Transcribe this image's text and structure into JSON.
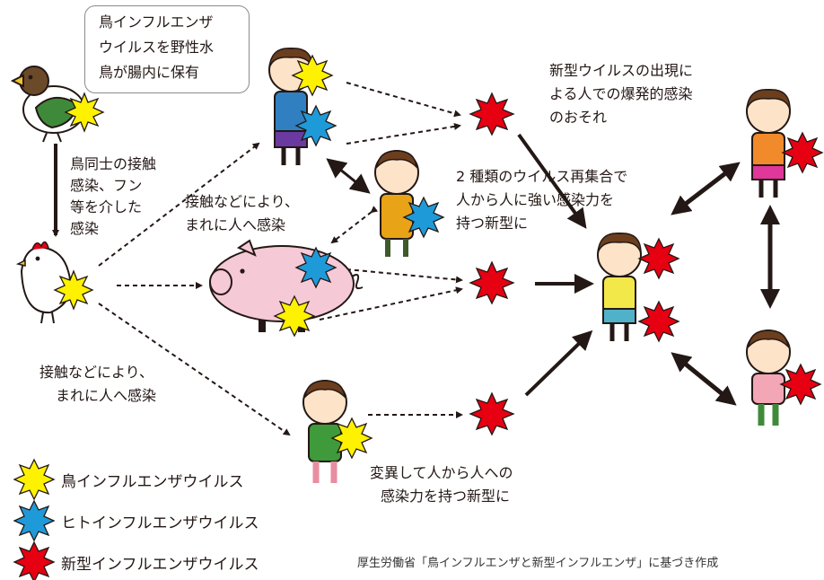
{
  "labels": {
    "reservoir": [
      "鳥インフルエンザ",
      "ウイルスを野性水",
      "鳥が腸内に保有"
    ],
    "bird_to_bird": [
      "鳥同士の接触",
      "感染、フン",
      "等を介した",
      "感染"
    ],
    "contact_upper": [
      "接触などにより、",
      "まれに人へ感染"
    ],
    "contact_lower": [
      "接触などにより、",
      "まれに人へ感染"
    ],
    "outbreak": [
      "新型ウイルスの出現に",
      "よる人での爆発的感染",
      "のおそれ"
    ],
    "reassortment": [
      "2 種類のウイルス再集合で",
      "人から人に強い感染力を",
      "持つ新型に"
    ],
    "mutation": [
      "変異して人から人への",
      "感染力を持つ新型に"
    ]
  },
  "legend": [
    {
      "label": "鳥インフルエンザウイルス",
      "color": "#fff200"
    },
    {
      "label": "ヒトインフルエンザウイルス",
      "color": "#1f9ad9"
    },
    {
      "label": "新型インフルエンザウイルス",
      "color": "#e60012"
    }
  ],
  "source": "厚生労働省「鳥インフルエンザと新型インフルエンザ」に基づき作成",
  "colors": {
    "avian_virus": "#fff200",
    "human_virus": "#1f9ad9",
    "novel_virus": "#e60012",
    "pig": "#f6c9d6",
    "duck_head": "#3e8a3a",
    "arrow": "#231815"
  }
}
